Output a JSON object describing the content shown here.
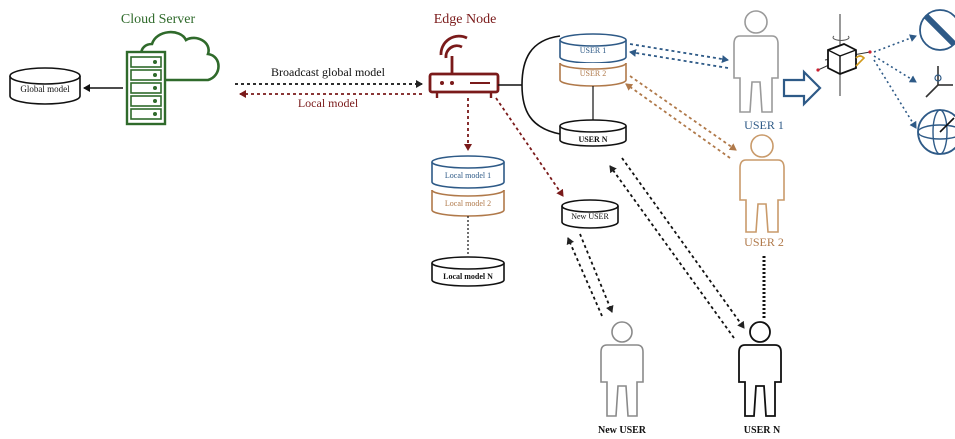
{
  "diagram": {
    "cloud": {
      "title": "Cloud Server",
      "color": "#2f6a2b"
    },
    "global_model": {
      "label": "Global model"
    },
    "edge": {
      "title": "Edge Node",
      "color": "#7a1a1a"
    },
    "arrows": {
      "broadcast": "Broadcast global model",
      "local": "Local model"
    },
    "users_stack": {
      "user1": "USER 1",
      "user2": "USER 2",
      "usern": "USER N"
    },
    "local_models": {
      "m1": "Local model 1",
      "m2": "Local model 2",
      "mn": "Local model N"
    },
    "new_user_db": {
      "label": "New USER"
    },
    "people": {
      "user1": "USER 1",
      "user2": "USER 2",
      "new_user": "New USER",
      "user_n": "USER N"
    },
    "sensor_icons": [
      "cube-axes-icon",
      "gyroscope-icon",
      "accelerometer-icon",
      "orientation-sphere-icon"
    ],
    "colors": {
      "user1_blue": "#2e5a87",
      "user2_brown": "#b0794a",
      "edge_red": "#7a1a1a",
      "cloud_green": "#2f6a2b",
      "dotted_dark": "#222222",
      "dotted_blue": "#2e5a87"
    }
  }
}
